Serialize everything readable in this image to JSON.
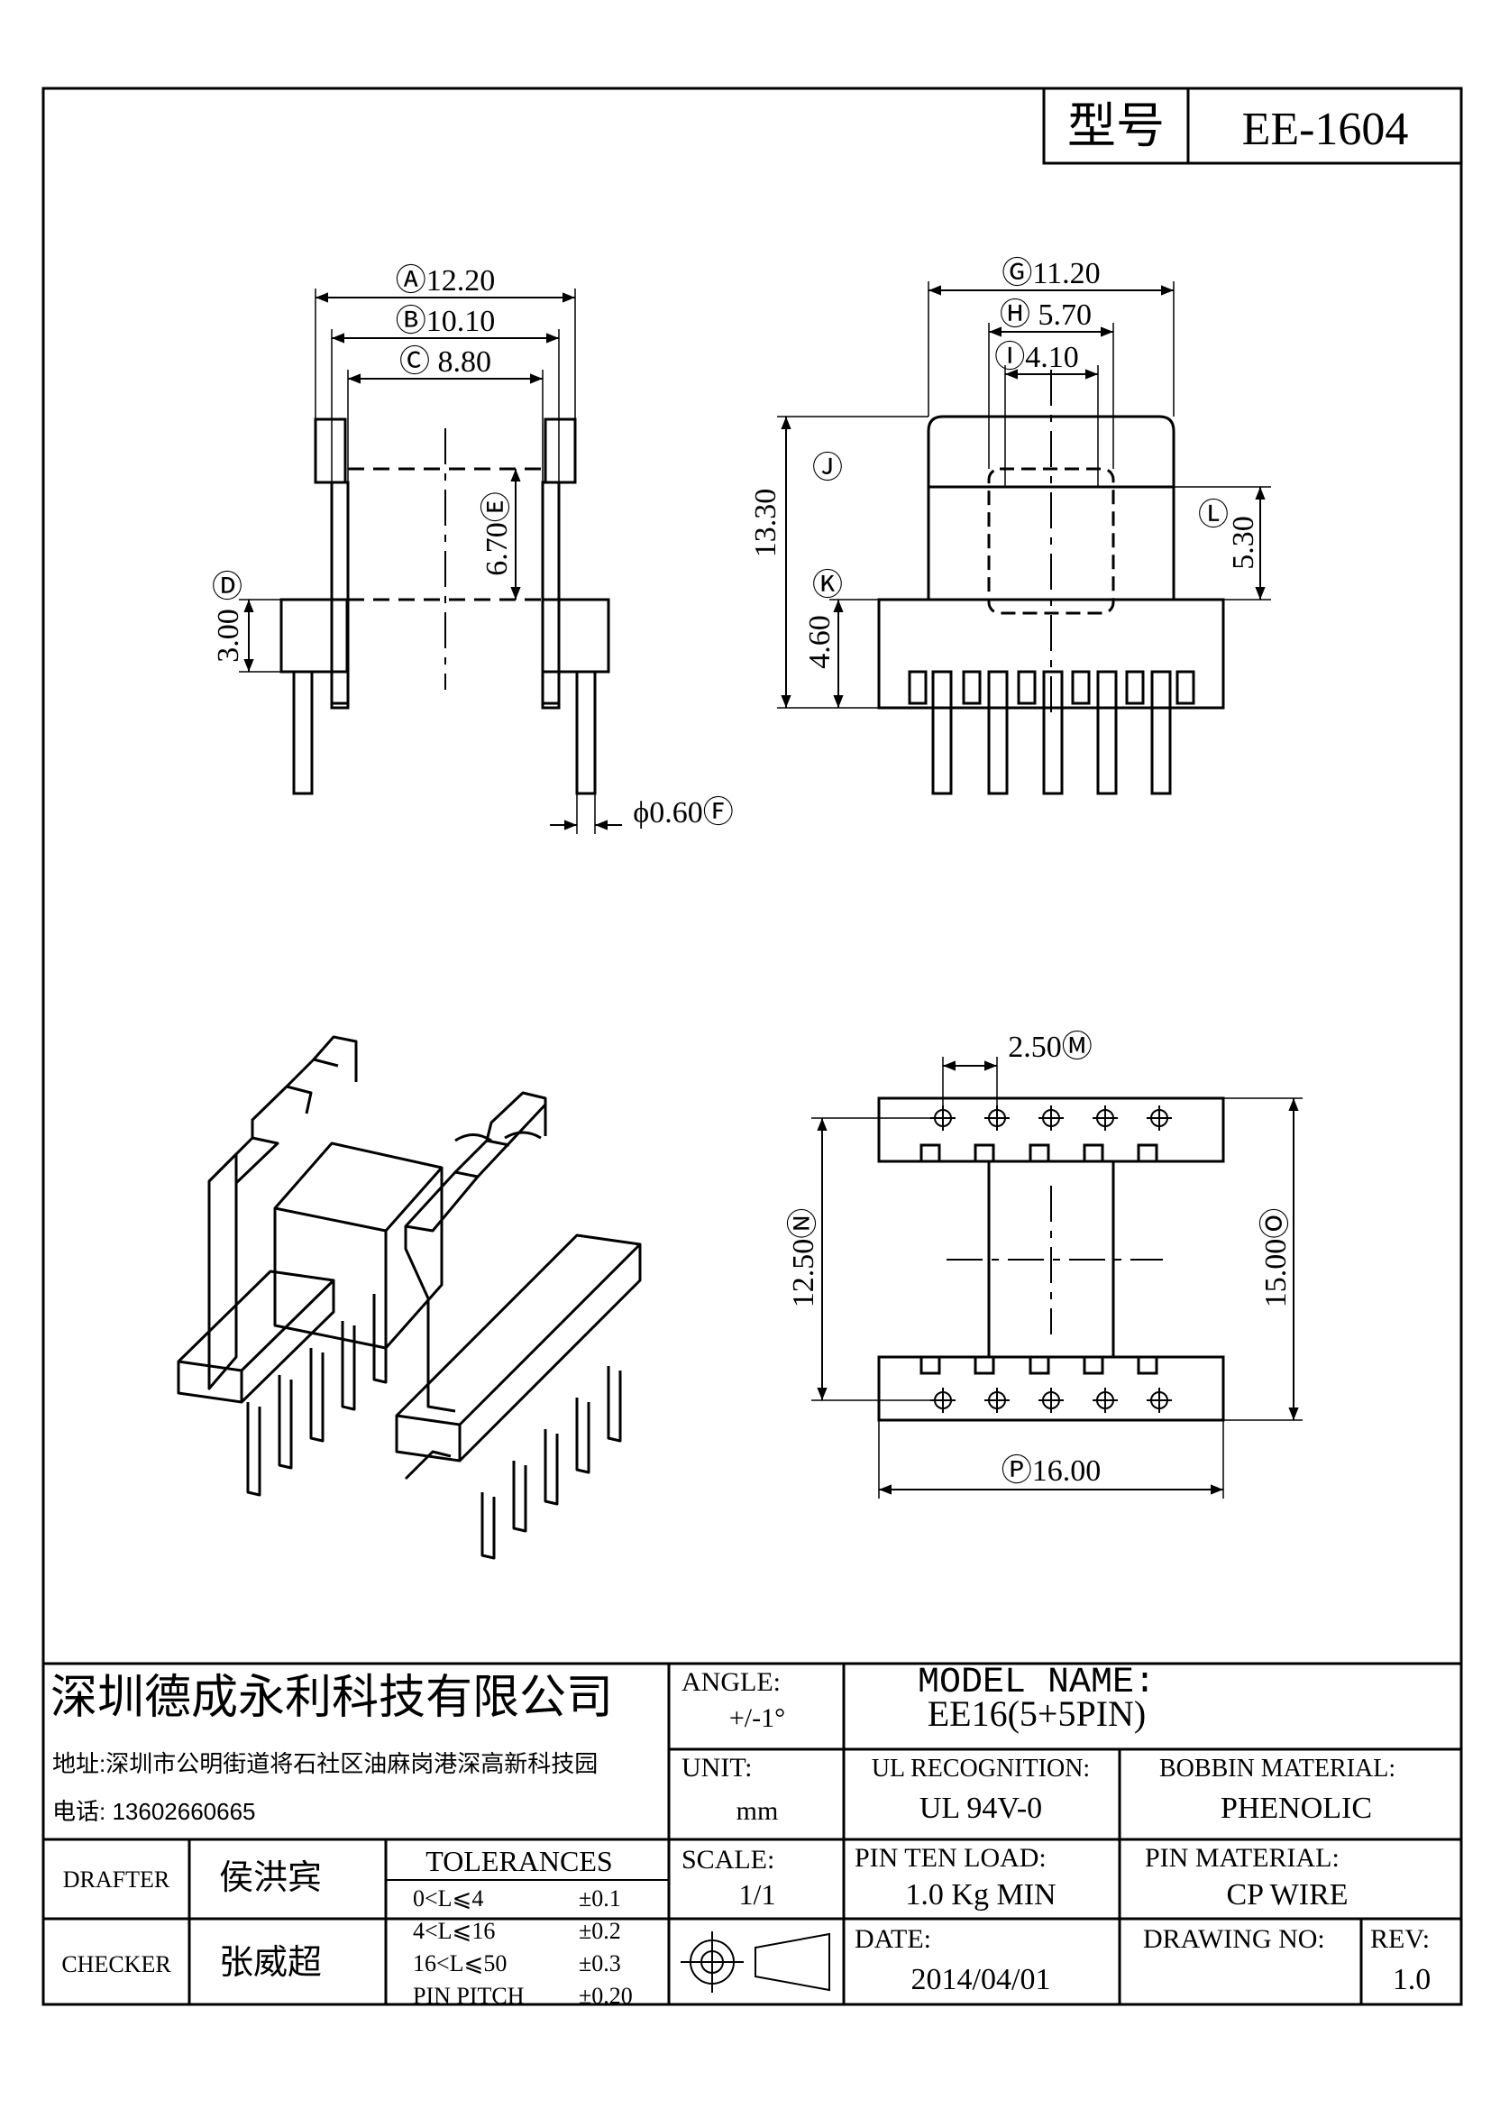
{
  "model_box": {
    "label": "型号",
    "value": "EE-1604"
  },
  "front_view": {
    "dim_a": "Ⓐ12.20",
    "dim_b": "Ⓑ10.10",
    "dim_c": "Ⓒ 8.80",
    "dim_e": "6.70Ⓔ",
    "dim_d": "Ⓓ",
    "dim_d_value": "3.00",
    "dim_f": "ϕ0.60Ⓕ"
  },
  "side_view": {
    "dim_g": "Ⓖ11.20",
    "dim_h": "Ⓗ 5.70",
    "dim_i": "Ⓘ4.10",
    "dim_j": "Ⓙ",
    "dim_total_height": "13.30",
    "dim_k": "Ⓚ",
    "dim_k_value": "4.60",
    "dim_l": "Ⓛ",
    "dim_l_value": "5.30"
  },
  "bottom_view": {
    "dim_m": "2.50Ⓜ",
    "dim_n": "12.50Ⓝ",
    "dim_o": "15.00Ⓞ",
    "dim_p": "Ⓟ16.00"
  },
  "title_block": {
    "company": "深圳德成永利科技有限公司",
    "address": "地址:深圳市公明街道将石社区油麻岗港深高新科技园",
    "phone": "电话: 13602660665",
    "angle_label": "ANGLE:",
    "angle_value": "+/-1°",
    "model_name_label": "MODEL NAME:",
    "model_name_value": "EE16(5+5PIN)",
    "unit_label": "UNIT:",
    "unit_value": "mm",
    "ul_label": "UL RECOGNITION:",
    "ul_value": "UL 94V-0",
    "bobbin_label": "BOBBIN MATERIAL:",
    "bobbin_value": "PHENOLIC",
    "drafter_label": "DRAFTER",
    "drafter_value": "侯洪宾",
    "checker_label": "CHECKER",
    "checker_value": "张威超",
    "tolerances_label": "TOLERANCES",
    "tolerances": [
      {
        "range": "0<L⩽4",
        "value": "±0.1"
      },
      {
        "range": "4<L⩽16",
        "value": "±0.2"
      },
      {
        "range": "16<L⩽50",
        "value": "±0.3"
      },
      {
        "range": "PIN PITCH",
        "value": "±0.20"
      }
    ],
    "scale_label": "SCALE:",
    "scale_value": "1/1",
    "pin_load_label": "PIN TEN LOAD:",
    "pin_load_value": "1.0 Kg MIN",
    "pin_material_label": "PIN MATERIAL:",
    "pin_material_value": "CP WIRE",
    "date_label": "DATE:",
    "date_value": "2014/04/01",
    "drawing_no_label": "DRAWING NO:",
    "rev_label": "REV:",
    "rev_value": "1.0"
  }
}
